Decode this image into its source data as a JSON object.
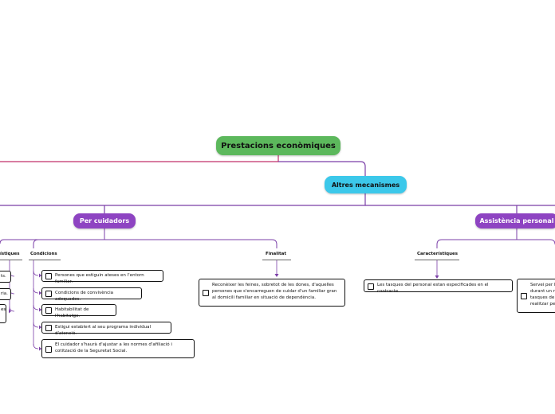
{
  "root": {
    "label": "Prestacions econòmiques"
  },
  "mid": {
    "label": "Altres mecanismes"
  },
  "branches": {
    "cuidadors": {
      "label": "Per cuidadors"
    },
    "assistencia": {
      "label": "Assistència personal"
    }
  },
  "headers": {
    "caract_left": "ístiques",
    "condicions": "Condicions",
    "finalitat": "Finalitat",
    "caract_right": "Característiques"
  },
  "condicions_items": [
    "Persones que estiguin ateses en l'entorn familiar.",
    "Condicions de convivència adequades.",
    "Habitabilitat de l'habitatge.",
    "Estigui establert al seu programa individual d'atenció.",
    "El cuidador s'haurà d'ajustar a les normes d'afiliació i cotització de la Seguretat Social."
  ],
  "left_partial_items": [
    "ts.",
    "ria.",
    "es"
  ],
  "finalitat_item": "Reconèixer les feines, sobretot de les dones, d'aquelles persones que s'encarreguen de cuidar d'un familiar gran al domicili familiar en situació de dependència.",
  "caract_right_item": "Les tasques del personal estan especificades en el contracte.",
  "right_partial_item": "Servei per la durant un no tasques de la realitzar per",
  "colors": {
    "root": "#5cb85c",
    "mid": "#3cc8ea",
    "branch": "#8e44c2",
    "line_main": "#c0306a",
    "line_sub": "#7b3fa8"
  }
}
